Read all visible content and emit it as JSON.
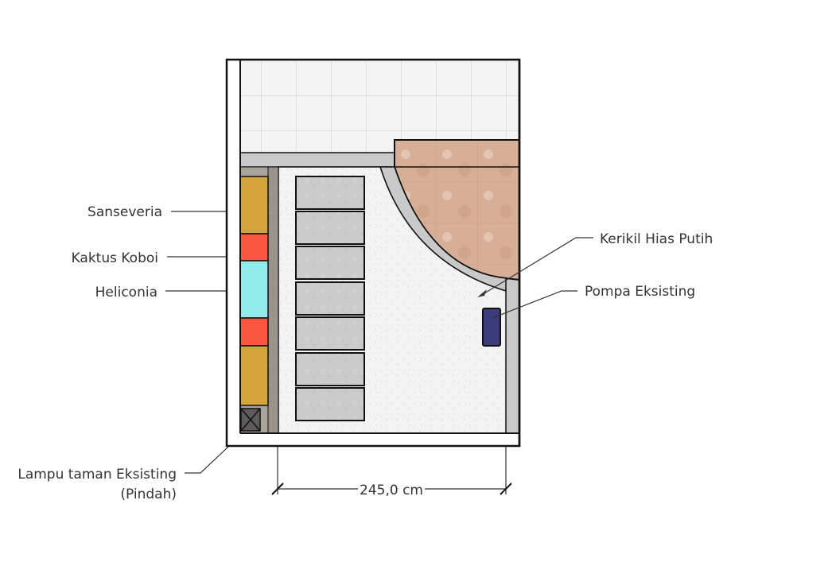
{
  "labels": {
    "sanseveria": "Sanseveria",
    "kaktus_koboi": "Kaktus Koboi",
    "heliconia": "Heliconia",
    "kerikil_hias_putih": "Kerikil Hias Putih",
    "pompa_eksisting": "Pompa Eksisting",
    "lampu_taman_line1": "Lampu taman Eksisting",
    "lampu_taman_line2": "(Pindah)"
  },
  "dimension": {
    "width_label": "245,0 cm"
  },
  "colors": {
    "tile_floor": "#f4f4f4",
    "grout": "#c8c8c8",
    "concrete": "#c9c9c9",
    "terracotta": "#d7ae96",
    "gravel": "#f3f3f3",
    "stepping_stone": "#cbcbcb",
    "sanseveria": "#d4a33c",
    "kaktus_koboi": "#fb5640",
    "heliconia": "#93ecec",
    "planter_border": "#9a948c",
    "pump": "#3c3c7c",
    "lamp": "#5c5c5c",
    "line": "#111111",
    "leader": "#333333"
  },
  "icons": {
    "lamp": "lamp-cross-box-icon",
    "pump": "pump-box-icon",
    "arrow": "arrow-head-icon"
  }
}
